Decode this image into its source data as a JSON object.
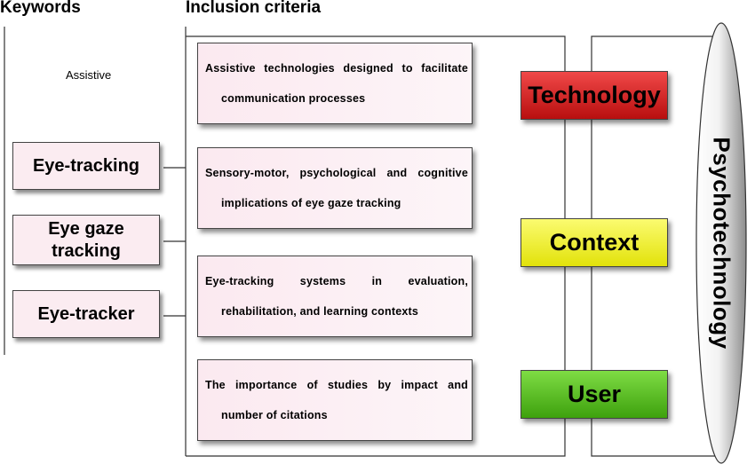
{
  "headers": {
    "keywords": "Keywords",
    "inclusion_criteria": "Inclusion criteria"
  },
  "assistive_label": "Assistive",
  "keywords": [
    {
      "lines": [
        "Eye-tracking"
      ]
    },
    {
      "lines": [
        "Eye gaze",
        "tracking"
      ]
    },
    {
      "lines": [
        "Eye-tracker"
      ]
    }
  ],
  "criteria": [
    {
      "line1": "Assistive technologies designed to facilitate",
      "line2": "communication processes"
    },
    {
      "line1": "Sensory-motor, psychological and cognitive",
      "line2": "implications of eye gaze tracking"
    },
    {
      "line1": "Eye-tracking systems in evaluation,",
      "line2": "rehabilitation, and learning contexts"
    },
    {
      "line1": "The importance of studies by impact and",
      "line2": "number of citations"
    }
  ],
  "categories": [
    {
      "label": "Technology",
      "color": "#d62222"
    },
    {
      "label": "Context",
      "color": "#f2f23a"
    },
    {
      "label": "User",
      "color": "#5dbf28"
    }
  ],
  "psychotechnology": "Psychotechnology",
  "colors": {
    "keyword_box": "#fbecf1",
    "criteria_box": "#fbe9f0",
    "ellipse_light": "#f8f8f8",
    "ellipse_dark": "#8a8a8a"
  }
}
